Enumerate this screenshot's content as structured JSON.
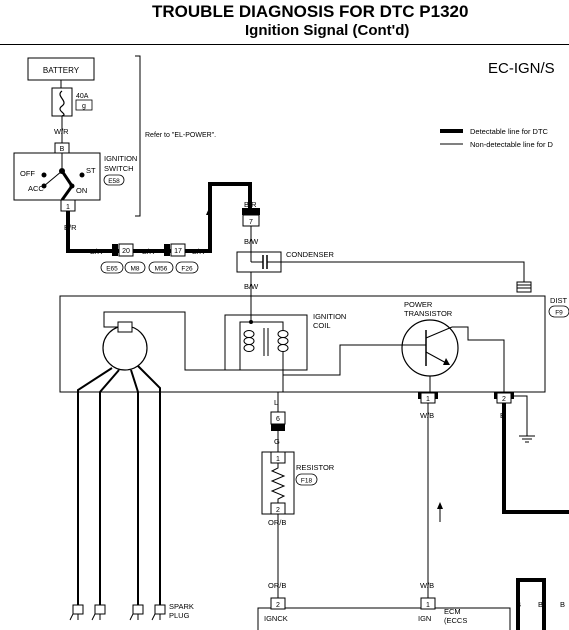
{
  "header": {
    "title": "TROUBLE DIAGNOSIS FOR DTC P1320",
    "subtitle": "Ignition Signal (Cont'd)",
    "section_code": "EC-IGN/S"
  },
  "legend": {
    "detectable": "Detectable line for DTC",
    "non_detectable": "Non-detectable line for D"
  },
  "components": {
    "battery": "BATTERY",
    "fuse_amp": "40A",
    "fuse_id": "g",
    "refer_note": "Refer to \"EL-POWER\".",
    "ignition_switch": [
      "IGNITION",
      "SWITCH"
    ],
    "ignition_switch_conn": "E58",
    "switch_positions": {
      "off": "OFF",
      "st": "ST",
      "acc": "ACC",
      "on": "ON"
    },
    "condenser": "CONDENSER",
    "ignition_coil": [
      "IGNITION",
      "COIL"
    ],
    "power_transistor": [
      "POWER",
      "TRANSISTOR"
    ],
    "resistor": "RESISTOR",
    "resistor_conn": "F18",
    "spark_plug": [
      "SPARK",
      "PLUG"
    ],
    "ecm": [
      "ECM",
      "(ECCS"
    ],
    "dist": "DIST",
    "dist_conn": "F9"
  },
  "wires": {
    "w_r": "W/R",
    "b_r": "B/R",
    "b_w": "B/W",
    "l": "L",
    "g": "G",
    "or_b": "OR/B",
    "w_b": "W/B",
    "b": "B"
  },
  "pins": {
    "sw_in": "B",
    "sw_out": "1",
    "p20": "20",
    "p17": "17",
    "p7": "7",
    "p6": "6",
    "r1": "1",
    "r2": "2",
    "t1": "1",
    "t2": "2",
    "ecm_ignck": "2",
    "ecm_ign": "1"
  },
  "connectors": {
    "e65": "E65",
    "m8": "M8",
    "m56": "M56",
    "f26": "F26"
  },
  "terminals": {
    "ignck": "IGNCK",
    "ign": "IGN"
  }
}
